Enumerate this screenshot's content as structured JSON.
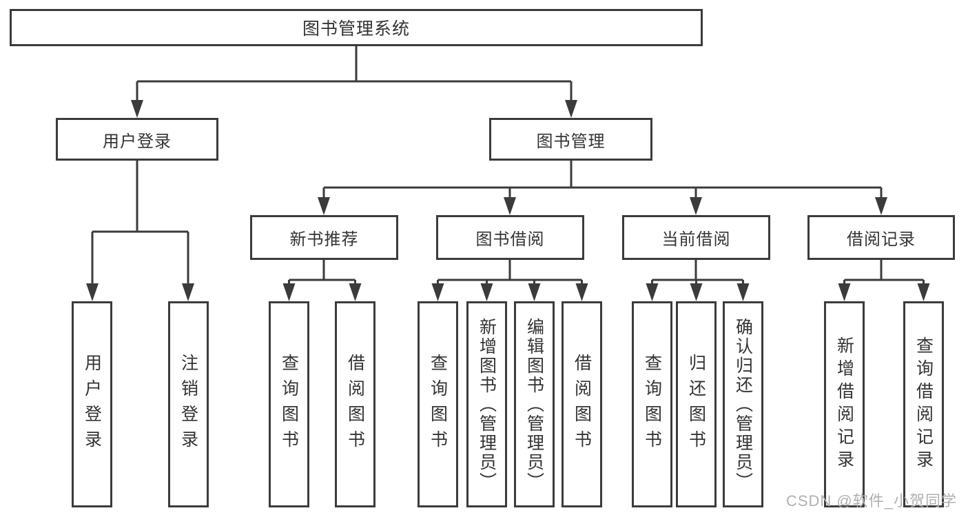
{
  "diagram_title": "图书管理系统",
  "tree": {
    "label": "图书管理系统",
    "children": [
      {
        "label": "用户登录",
        "children": [
          {
            "label": "用户登录"
          },
          {
            "label": "注销登录"
          }
        ]
      },
      {
        "label": "图书管理",
        "children": [
          {
            "label": "新书推荐",
            "children": [
              {
                "label": "查询图书"
              },
              {
                "label": "借阅图书"
              }
            ]
          },
          {
            "label": "图书借阅",
            "children": [
              {
                "label": "查询图书"
              },
              {
                "label": "新增图书（管理员）"
              },
              {
                "label": "编辑图书（管理员）"
              },
              {
                "label": "借阅图书"
              }
            ]
          },
          {
            "label": "当前借阅",
            "children": [
              {
                "label": "查询图书"
              },
              {
                "label": "归还图书"
              },
              {
                "label": "确认归还（管理员）"
              }
            ]
          },
          {
            "label": "借阅记录",
            "children": [
              {
                "label": "新增借阅记录"
              },
              {
                "label": "查询借阅记录"
              }
            ]
          }
        ]
      }
    ]
  },
  "watermark": {
    "text": "CSDN @软件_小贺同学"
  },
  "colors": {
    "line": "#3b3b3b",
    "text": "#333333",
    "watermark": "#b0b0b0",
    "background": "#ffffff"
  }
}
